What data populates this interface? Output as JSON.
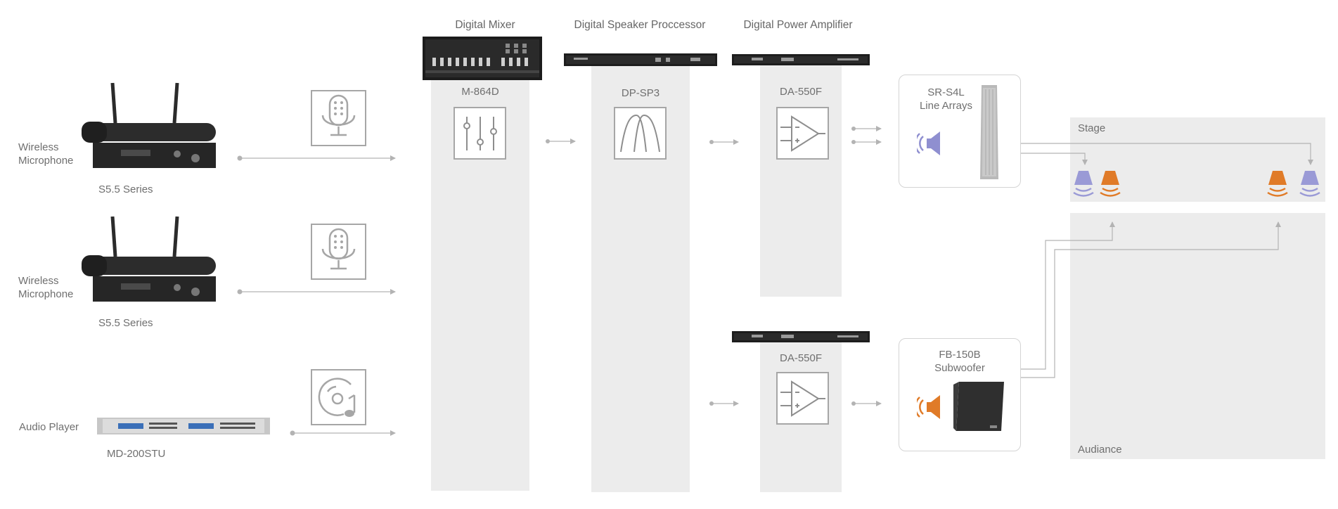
{
  "headers": {
    "mixer": "Digital  Mixer",
    "processor": "Digital  Speaker Proccessor",
    "amplifier": "Digital Power Amplifier"
  },
  "sources": [
    {
      "label_line1": "Wireless",
      "label_line2": "Microphone",
      "model": "S5.5 Series",
      "icon": "microphone-icon"
    },
    {
      "label_line1": "Wireless",
      "label_line2": "Microphone",
      "model": "S5.5 Series",
      "icon": "microphone-icon"
    },
    {
      "label_line1": "Audio Player",
      "label_line2": "",
      "model": "MD-200STU",
      "icon": "music-disc-icon"
    }
  ],
  "devices": {
    "mixer_model": "M-864D",
    "processor_model": "DP-SP3",
    "amp_top_model": "DA-550F",
    "amp_bottom_model": "DA-550F"
  },
  "speakers": {
    "line_array_line1": "SR-S4L",
    "line_array_line2": "Line Arrays",
    "subwoofer_line1": "FB-150B",
    "subwoofer_line2": "Subwoofer"
  },
  "zones": {
    "stage": "Stage",
    "audience": "Audiance"
  },
  "colors": {
    "column_bg": "#ececec",
    "line_gray": "#b3b3b3",
    "purple": "#8f8fd0",
    "orange": "#e07b28"
  }
}
